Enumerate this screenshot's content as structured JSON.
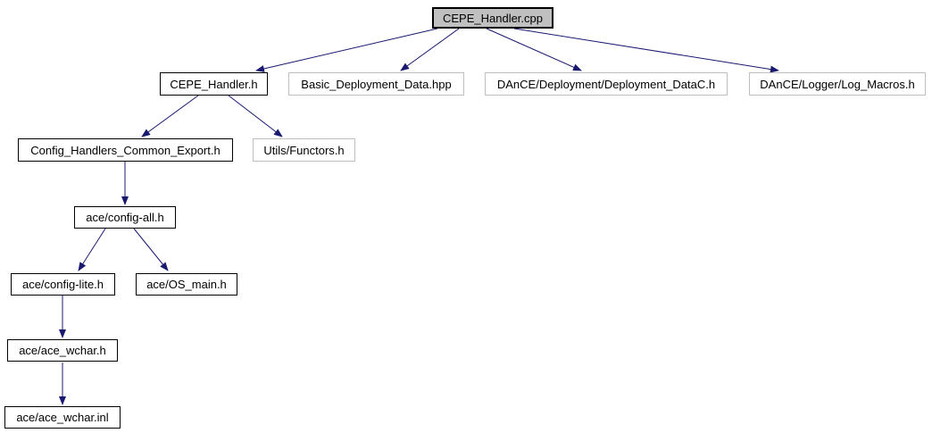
{
  "graph": {
    "type": "include-dependency-graph",
    "root": "CEPE_Handler.cpp",
    "colors": {
      "background": "#ffffff",
      "arrow": "#191970",
      "node_fill": "#ffffff",
      "root_node_fill": "#c0c0c0",
      "documented_border": "#000000",
      "undocumented_border": "#bfbfbf",
      "text": "#000000"
    },
    "nodes": [
      {
        "label": "CEPE_Handler.cpp",
        "kind": "root"
      },
      {
        "label": "CEPE_Handler.h",
        "kind": "documented"
      },
      {
        "label": "Basic_Deployment_Data.hpp",
        "kind": "undocumented"
      },
      {
        "label": "DAnCE/Deployment/Deployment_DataC.h",
        "kind": "undocumented"
      },
      {
        "label": "DAnCE/Logger/Log_Macros.h",
        "kind": "undocumented"
      },
      {
        "label": "Config_Handlers_Common_Export.h",
        "kind": "documented"
      },
      {
        "label": "Utils/Functors.h",
        "kind": "undocumented"
      },
      {
        "label": "ace/config-all.h",
        "kind": "documented"
      },
      {
        "label": "ace/config-lite.h",
        "kind": "documented"
      },
      {
        "label": "ace/OS_main.h",
        "kind": "documented"
      },
      {
        "label": "ace/ace_wchar.h",
        "kind": "documented"
      },
      {
        "label": "ace/ace_wchar.inl",
        "kind": "documented"
      }
    ],
    "edges": [
      {
        "from": "CEPE_Handler.cpp",
        "to": "CEPE_Handler.h"
      },
      {
        "from": "CEPE_Handler.cpp",
        "to": "Basic_Deployment_Data.hpp"
      },
      {
        "from": "CEPE_Handler.cpp",
        "to": "DAnCE/Deployment/Deployment_DataC.h"
      },
      {
        "from": "CEPE_Handler.cpp",
        "to": "DAnCE/Logger/Log_Macros.h"
      },
      {
        "from": "CEPE_Handler.h",
        "to": "Config_Handlers_Common_Export.h"
      },
      {
        "from": "CEPE_Handler.h",
        "to": "Utils/Functors.h"
      },
      {
        "from": "Config_Handlers_Common_Export.h",
        "to": "ace/config-all.h"
      },
      {
        "from": "ace/config-all.h",
        "to": "ace/config-lite.h"
      },
      {
        "from": "ace/config-all.h",
        "to": "ace/OS_main.h"
      },
      {
        "from": "ace/config-lite.h",
        "to": "ace/ace_wchar.h"
      },
      {
        "from": "ace/ace_wchar.h",
        "to": "ace/ace_wchar.inl"
      }
    ]
  }
}
